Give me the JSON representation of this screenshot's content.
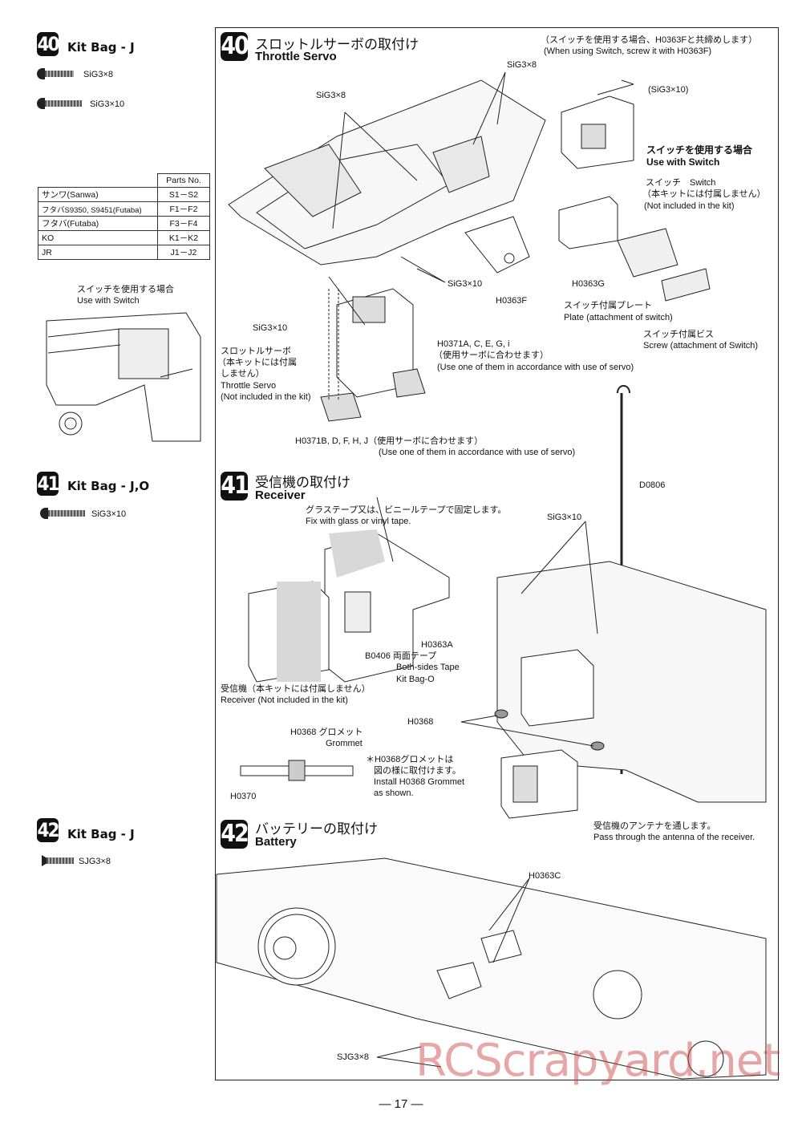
{
  "left": {
    "kit40": {
      "num": "40",
      "title": "Kit Bag - J",
      "screw1": "SiG3×8",
      "screw2": "SiG3×10"
    },
    "parts_table": {
      "header": [
        "",
        "Parts No."
      ],
      "rows": [
        [
          "サンワ(Sanwa)",
          "S1－S2"
        ],
        [
          "フタバS9350, S9451(Futaba)",
          "F1－F2"
        ],
        [
          "フタバ(Futaba)",
          "F3－F4"
        ],
        [
          "KO",
          "K1－K2"
        ],
        [
          "JR",
          "J1－J2"
        ]
      ]
    },
    "switch_jp": "スイッチを使用する場合",
    "switch_en": "Use with Switch",
    "kit41": {
      "num": "41",
      "title": "Kit Bag - J,O",
      "screw1": "SiG3×10"
    },
    "kit42": {
      "num": "42",
      "title": "Kit Bag - J",
      "screw1": "SJG3×8"
    }
  },
  "step40": {
    "num": "40",
    "title_jp": "スロットルサーボの取付け",
    "title_en": "Throttle Servo",
    "note_jp": "（スイッチを使用する場合、H0363Fと共締めします）",
    "note_en": "(When using Switch, screw it with H0363F)",
    "sig38_a": "SiG3×8",
    "sig38_b": "SiG3×8",
    "sig310_paren": "(SiG3×10)",
    "switch_jp": "スイッチを使用する場合",
    "switch_en": "Use with Switch",
    "sw_jp": "スイッチ　Switch",
    "sw_note_jp": "（本キットには付属しません）",
    "sw_note_en": "(Not included in the kit)",
    "sig310_a": "SiG3×10",
    "h0363f": "H0363F",
    "h0363g": "H0363G",
    "plate_jp": "スイッチ付属プレート",
    "plate_en": "Plate (attachment of switch)",
    "screw_jp": "スイッチ付属ビス",
    "screw_en": "Screw (attachment of Switch)",
    "sig310_b": "SiG3×10",
    "servo_jp1": "スロットルサーボ",
    "servo_jp2": "（本キットには付属",
    "servo_jp3": "しません）",
    "servo_en1": "Throttle Servo",
    "servo_en2": "(Not included in the kit)",
    "h0371a": "H0371A, C, E, G, i",
    "h0371a_jp": "（使用サーボに合わせます）",
    "h0371a_en": "(Use one of them in accordance with use of servo)",
    "h0371b": "H0371B, D, F, H, J（使用サーボに合わせます）",
    "h0371b_en": "(Use one of them in accordance with use of servo)"
  },
  "step41": {
    "num": "41",
    "title_jp": "受信機の取付け",
    "title_en": "Receiver",
    "tape_jp": "グラステープ又は、ビニールテープで固定します。",
    "tape_en": "Fix with glass or vinyl tape.",
    "d0806": "D0806",
    "sig310": "SiG3×10",
    "h0363a": "H0363A",
    "b0406": "B0406 両面テープ",
    "both_en": "Both-sides Tape",
    "kitbag": "Kit Bag-O",
    "rx_jp": "受信機（本キットには付属しません）",
    "rx_en": "Receiver (Not included in the kit)",
    "h0368": "H0368",
    "grommet_jp": "H0368  グロメット",
    "grommet_en": "Grommet",
    "note1": "＊H0368グロメットは",
    "note2": "図の様に取付けます。",
    "note3": "Install H0368 Grommet",
    "note4": "as shown.",
    "h0370": "H0370",
    "ant_jp": "受信機のアンテナを通します。",
    "ant_en": "Pass through the antenna of the receiver."
  },
  "step42": {
    "num": "42",
    "title_jp": "バッテリーの取付け",
    "title_en": "Battery",
    "h0363c": "H0363C",
    "sjg38": "SJG3×8"
  },
  "page_number": "— 17 —",
  "watermark": "RCScrapyard.net"
}
